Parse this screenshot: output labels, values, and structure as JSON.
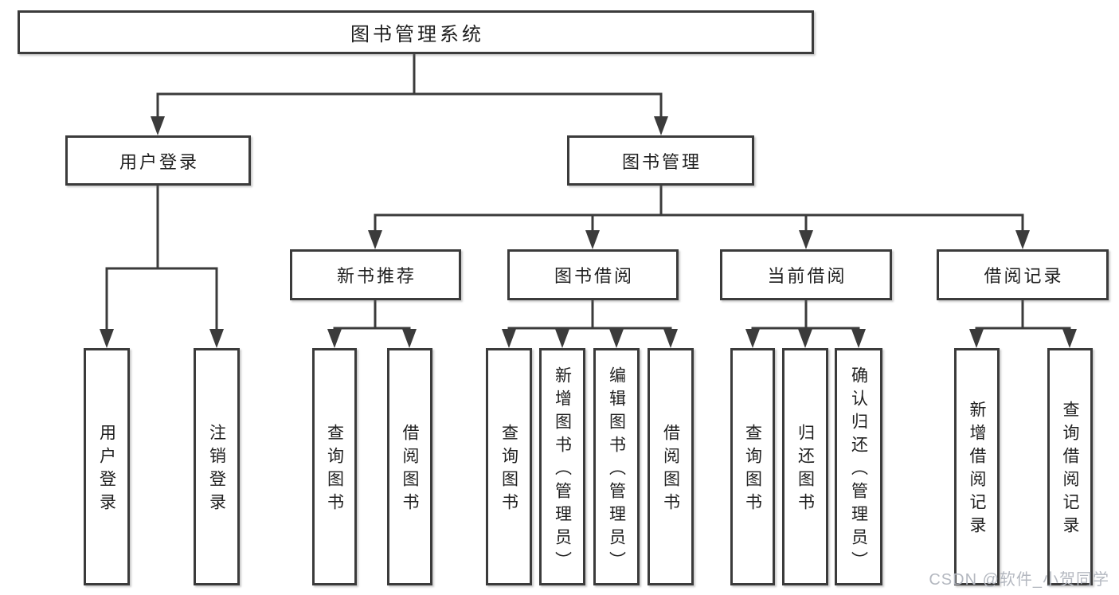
{
  "watermark": "CSDN @软件_小贺同学",
  "colors": {
    "line": "#3b3b3b",
    "border": "#3b3b3b",
    "text": "#202020",
    "background": "#ffffff",
    "watermark": "#b4b8c0"
  },
  "tree": {
    "label": "图书管理系统",
    "children": [
      {
        "label": "用户登录",
        "children": [
          {
            "label": "用户登录"
          },
          {
            "label": "注销登录"
          }
        ]
      },
      {
        "label": "图书管理",
        "children": [
          {
            "label": "新书推荐",
            "children": [
              {
                "label": "查询图书"
              },
              {
                "label": "借阅图书"
              }
            ]
          },
          {
            "label": "图书借阅",
            "children": [
              {
                "label": "查询图书"
              },
              {
                "label": "新增图书（管理员）"
              },
              {
                "label": "编辑图书（管理员）"
              },
              {
                "label": "借阅图书"
              }
            ]
          },
          {
            "label": "当前借阅",
            "children": [
              {
                "label": "查询图书"
              },
              {
                "label": "归还图书"
              },
              {
                "label": "确认归还（管理员）"
              }
            ]
          },
          {
            "label": "借阅记录",
            "children": [
              {
                "label": "新增借阅记录"
              },
              {
                "label": "查询借阅记录"
              }
            ]
          }
        ]
      }
    ]
  }
}
